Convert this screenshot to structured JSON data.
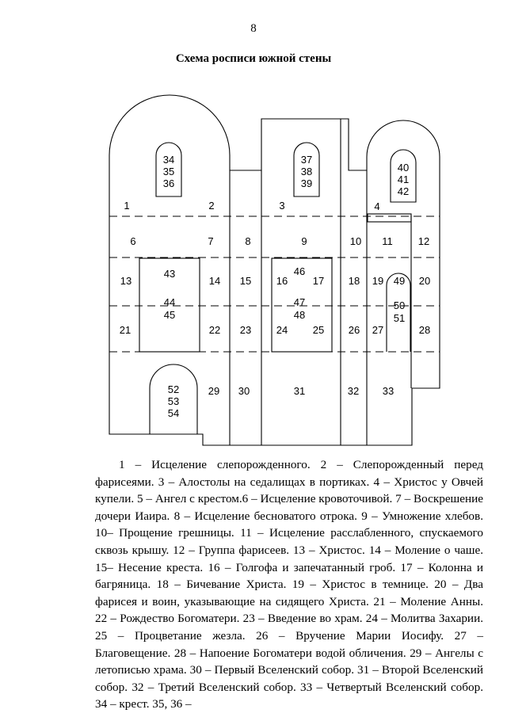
{
  "page": {
    "number": "8",
    "title": "Схема росписи южной стены"
  },
  "diagram": {
    "labels": [
      "1",
      "2",
      "3",
      "4",
      "6",
      "7",
      "8",
      "9",
      "10",
      "11",
      "12",
      "13",
      "14",
      "15",
      "16",
      "17",
      "18",
      "19",
      "20",
      "21",
      "22",
      "23",
      "24",
      "25",
      "26",
      "27",
      "28",
      "29",
      "30",
      "31",
      "32",
      "33"
    ],
    "window_left": [
      "34",
      "35",
      "36"
    ],
    "window_mid": [
      "37",
      "38",
      "39"
    ],
    "window_right": [
      "40",
      "41",
      "42"
    ],
    "panel_left": [
      "43",
      "44",
      "45"
    ],
    "panel_mid": [
      "46",
      "47",
      "48"
    ],
    "niche_right": [
      "49",
      "50",
      "51"
    ],
    "door": [
      "52",
      "53",
      "54"
    ]
  },
  "caption": "1 – Исцеление слепорожденного. 2 – Слепорожденный перед фарисеями. 3 – Алостолы на седалищах в портиках. 4 – Христос у Овчей купели. 5 – Ангел с крестом.6 – Исцеление кровоточивой. 7 – Воскрешение дочери Иаира. 8 – Исцеление бесноватого отрока. 9 – Умножение хлебов. 10– Прощение грешницы. 11 – Исцеление расслабленного, спускаемого сквозь крышу. 12 – Группа фарисеев. 13 – Христос. 14 – Моление о чаше. 15– Несение креста. 16 – Голгофа и запечатанный гроб. 17 – Колонна и багряница. 18 – Бичевание Христа. 19 – Христос в темнице. 20 – Два фарисея и воин, указывающие на сидящего Христа. 21 – Моление Анны. 22 – Рождество Богоматери. 23 – Введение во храм. 24 – Молитва Захарии. 25 – Процветание жезла. 26 – Вручение Марии Иосифу. 27 – Благовещение. 28 – Напоение Богоматери водой обличения. 29 – Ангелы с летописью храма. 30 – Первый Вселенский собор. 31 – Второй Вселенский собор. 32 – Третий Вселенский собор. 33 – Четвертый Вселенский собор. 34 – крест. 35, 36 –"
}
